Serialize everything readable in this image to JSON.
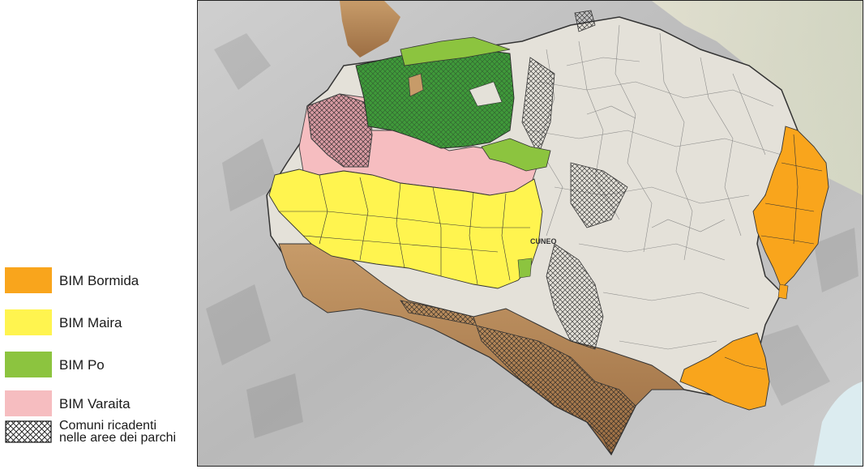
{
  "legend": {
    "items": [
      {
        "label": "BIM Bormida",
        "color": "#f9a51c",
        "kind": "fill"
      },
      {
        "label": "BIM Maira",
        "color": "#fff44f",
        "kind": "fill"
      },
      {
        "label": "BIM Po",
        "color": "#8cc43f",
        "kind": "fill"
      },
      {
        "label": "BIM Varaita",
        "color": "#f6bdc0",
        "kind": "fill"
      },
      {
        "label": "Comuni ricadenti nelle aree dei parchi",
        "color": "#000000",
        "kind": "hatch"
      }
    ]
  },
  "map": {
    "city_label": "CUNEO",
    "colors": {
      "terrain_gray": "#c4c4c4",
      "terrain_brown": "#b58656",
      "province_interior": "#e4e1d9",
      "bim_po_dark": "#3f9a3a",
      "bim_po_light": "#8cc43f",
      "bim_varaita": "#f6bdc0",
      "bim_maira": "#fff44f",
      "bim_bormida": "#f9a51c",
      "water": "#dcecf0"
    }
  }
}
